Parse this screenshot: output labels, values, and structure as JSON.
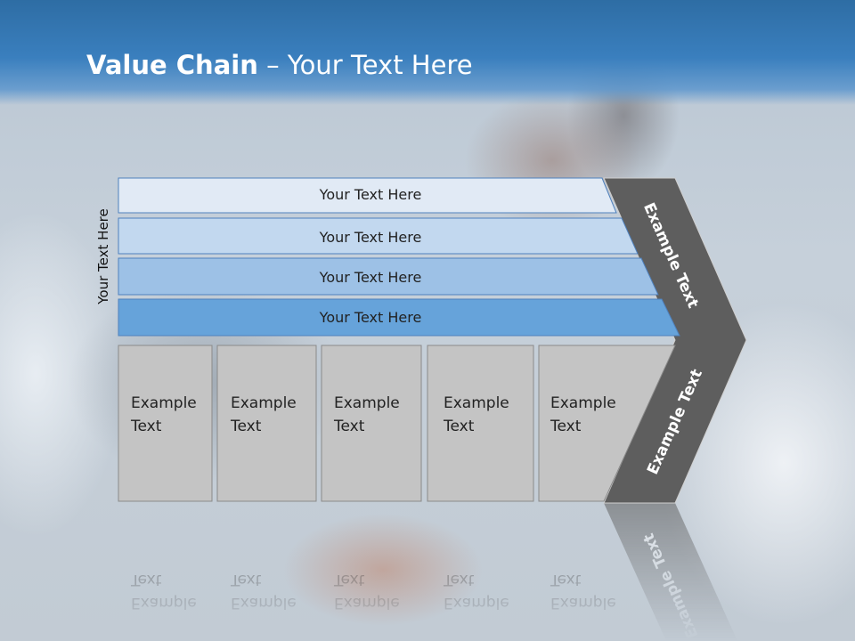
{
  "header": {
    "title_bold": "Value Chain",
    "title_rest": " – Your Text Here"
  },
  "side_label": "Your Text Here",
  "rows": [
    {
      "label": "Your Text Here",
      "color": "#e1eaf5"
    },
    {
      "label": "Your Text Here",
      "color": "#c2d8ef"
    },
    {
      "label": "Your Text Here",
      "color": "#9dc1e6"
    },
    {
      "label": "Your Text Here",
      "color": "#66a3da"
    }
  ],
  "columns": [
    {
      "line1": "Example",
      "line2": "Text"
    },
    {
      "line1": "Example",
      "line2": "Text"
    },
    {
      "line1": "Example",
      "line2": "Text"
    },
    {
      "line1": "Example",
      "line2": "Text"
    },
    {
      "line1": "Example",
      "line2": "Text"
    }
  ],
  "chevron": {
    "top_label": "Example Text",
    "bottom_label": "Example Text",
    "color": "#5e5e5e"
  },
  "colors": {
    "header": "#3a7fbe",
    "column_fill": "#c4c4c4",
    "column_border": "#8a8a8a"
  }
}
